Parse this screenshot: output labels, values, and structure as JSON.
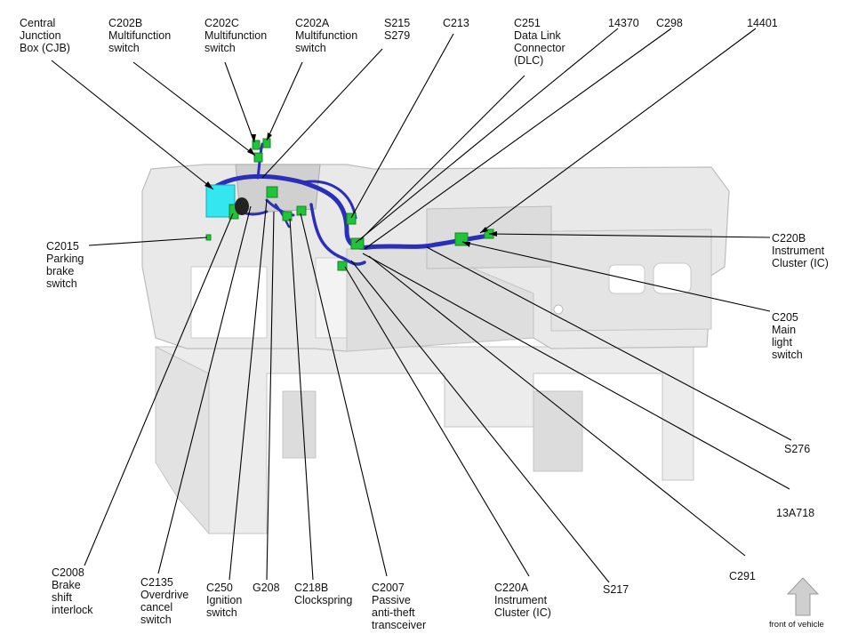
{
  "labels": {
    "cjb": [
      "Central",
      "Junction",
      "Box (CJB)"
    ],
    "c202b": [
      "C202B",
      "Multifunction",
      "switch"
    ],
    "c202c": [
      "C202C",
      "Multifunction",
      "switch"
    ],
    "c202a": [
      "C202A",
      "Multifunction",
      "switch"
    ],
    "s215": [
      "S215",
      "S279"
    ],
    "c213": [
      "C213"
    ],
    "c251": [
      "C251",
      "Data Link",
      "Connector",
      "(DLC)"
    ],
    "n14370": [
      "14370"
    ],
    "c298": [
      "C298"
    ],
    "n14401": [
      "14401"
    ],
    "c2015": [
      "C2015",
      "Parking",
      "brake",
      "switch"
    ],
    "c220b": [
      "C220B",
      "Instrument",
      "Cluster (IC)"
    ],
    "c205": [
      "C205",
      "Main",
      "light",
      "switch"
    ],
    "s276": [
      "S276"
    ],
    "n13a718": [
      "13A718"
    ],
    "c291": [
      "C291"
    ],
    "c2008": [
      "C2008",
      "Brake",
      "shift",
      "interlock"
    ],
    "c2135": [
      "C2135",
      "Overdrive",
      "cancel",
      "switch"
    ],
    "c250": [
      "C250",
      "Ignition",
      "switch"
    ],
    "g208": [
      "G208"
    ],
    "c218b": [
      "C218B",
      "Clockspring"
    ],
    "c2007": [
      "C2007",
      "Passive",
      "anti-theft",
      "transceiver"
    ],
    "c220a": [
      "C220A",
      "Instrument",
      "Cluster (IC)"
    ],
    "s217": [
      "S217"
    ],
    "front": [
      "front of vehicle"
    ]
  },
  "colors": {
    "harness": "#2b2fb8",
    "connector": "#22c23a",
    "cjb": "#33e6f0",
    "panel": "#e9e9e9",
    "panel_edge": "#bdbdbd",
    "leader": "#000000",
    "arrow": "#cfcfcf"
  }
}
